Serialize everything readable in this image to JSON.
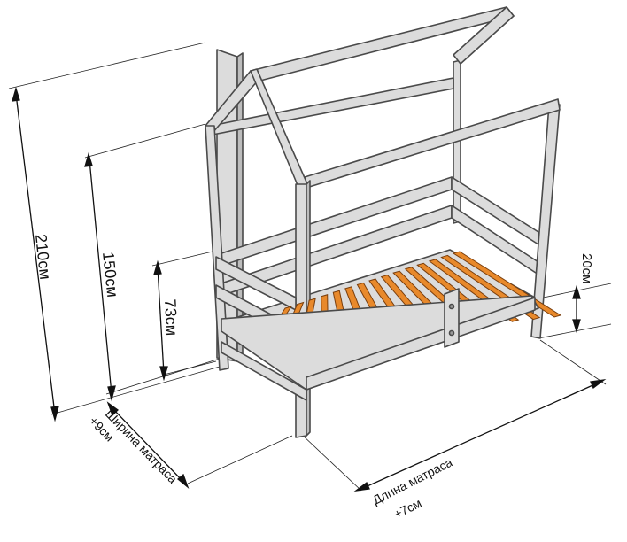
{
  "labels": {
    "height_total": "210см",
    "height_roof": "150см",
    "height_side": "73см",
    "height_rail": "20см",
    "width_line1": "Ширина матраса",
    "width_line2": "+9см",
    "length_line1": "Длина матраса",
    "length_line2": "+7см"
  },
  "colors": {
    "frame": "#dcdcdc",
    "frame_edge": "#4a4a4a",
    "slat": "#e8892b",
    "slat_edge": "#7a3e0c",
    "dimension_line": "#111111"
  }
}
